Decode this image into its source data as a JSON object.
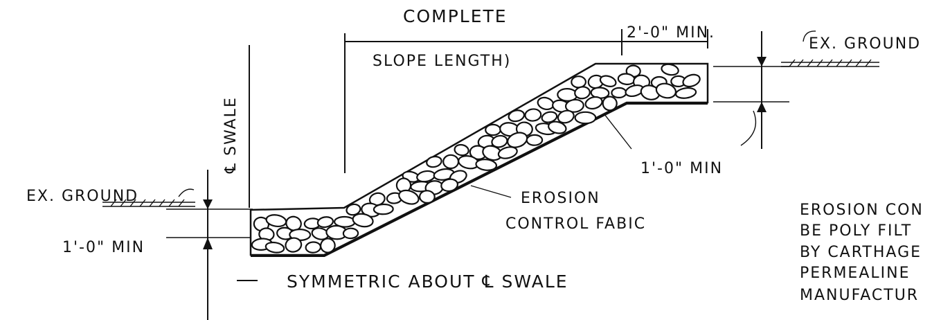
{
  "labels": {
    "complete": "COMPLETE",
    "slope_length": "SLOPE LENGTH)",
    "two_ft_min": "2'-0\" MIN.",
    "ex_ground_top": "EX. GROUND",
    "swale_cl": "℄ SWALE",
    "ex_ground_left": "EX. GROUND",
    "one_ft_min_left": "1'-0\" MIN",
    "one_ft_min_right": "1'-0\" MIN",
    "erosion_fabric_1": "EROSION",
    "erosion_fabric_2": "CONTROL FABIC",
    "symmetric": "SYMMETRIC ABOUT ℄ SWALE"
  },
  "note_lines": [
    "EROSION CON",
    "BE POLY FILT",
    "BY CARTHAGE",
    "PERMEALINE",
    "MANUFACTUR"
  ]
}
